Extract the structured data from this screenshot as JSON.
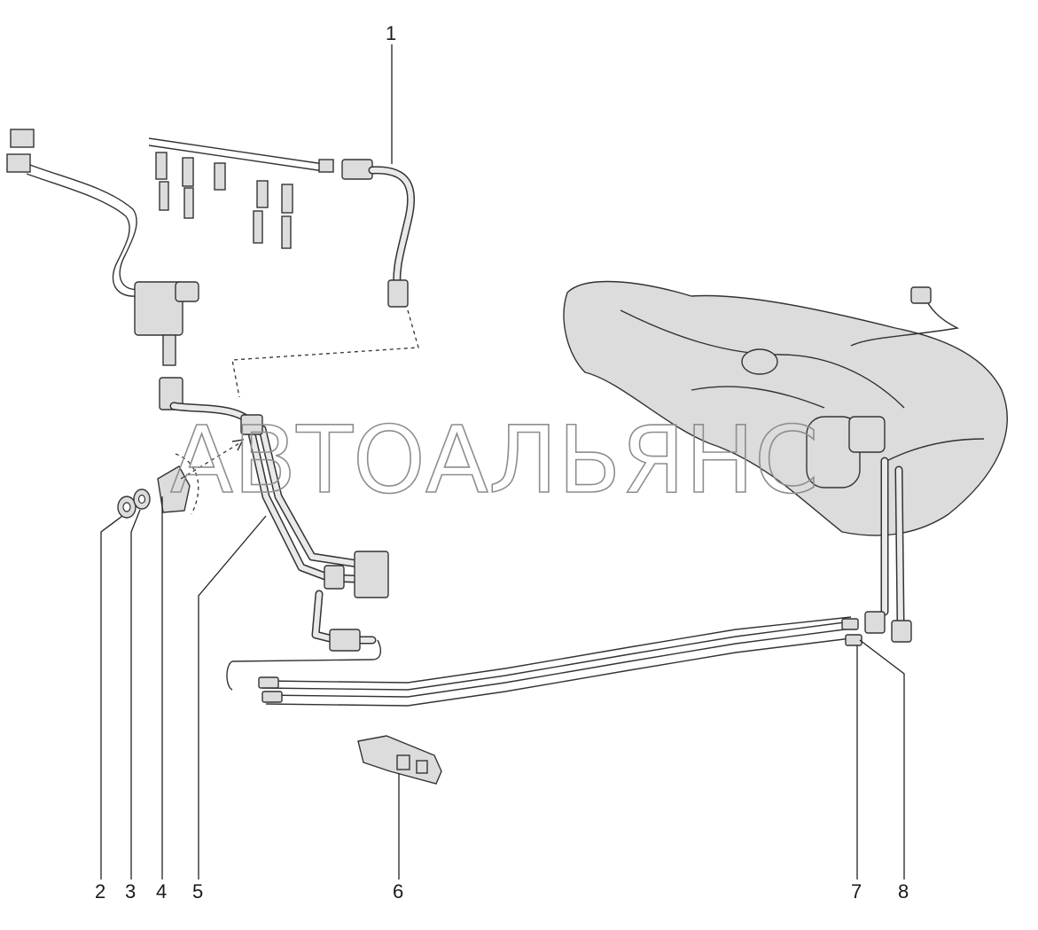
{
  "watermark": "АВТОАЛЬЯНС",
  "callouts": [
    {
      "id": "callout-1",
      "text": "1"
    },
    {
      "id": "callout-2",
      "text": "2"
    },
    {
      "id": "callout-3",
      "text": "3"
    },
    {
      "id": "callout-4",
      "text": "4"
    },
    {
      "id": "callout-5",
      "text": "5"
    },
    {
      "id": "callout-6",
      "text": "6"
    },
    {
      "id": "callout-7",
      "text": "7"
    },
    {
      "id": "callout-8",
      "text": "8"
    }
  ]
}
